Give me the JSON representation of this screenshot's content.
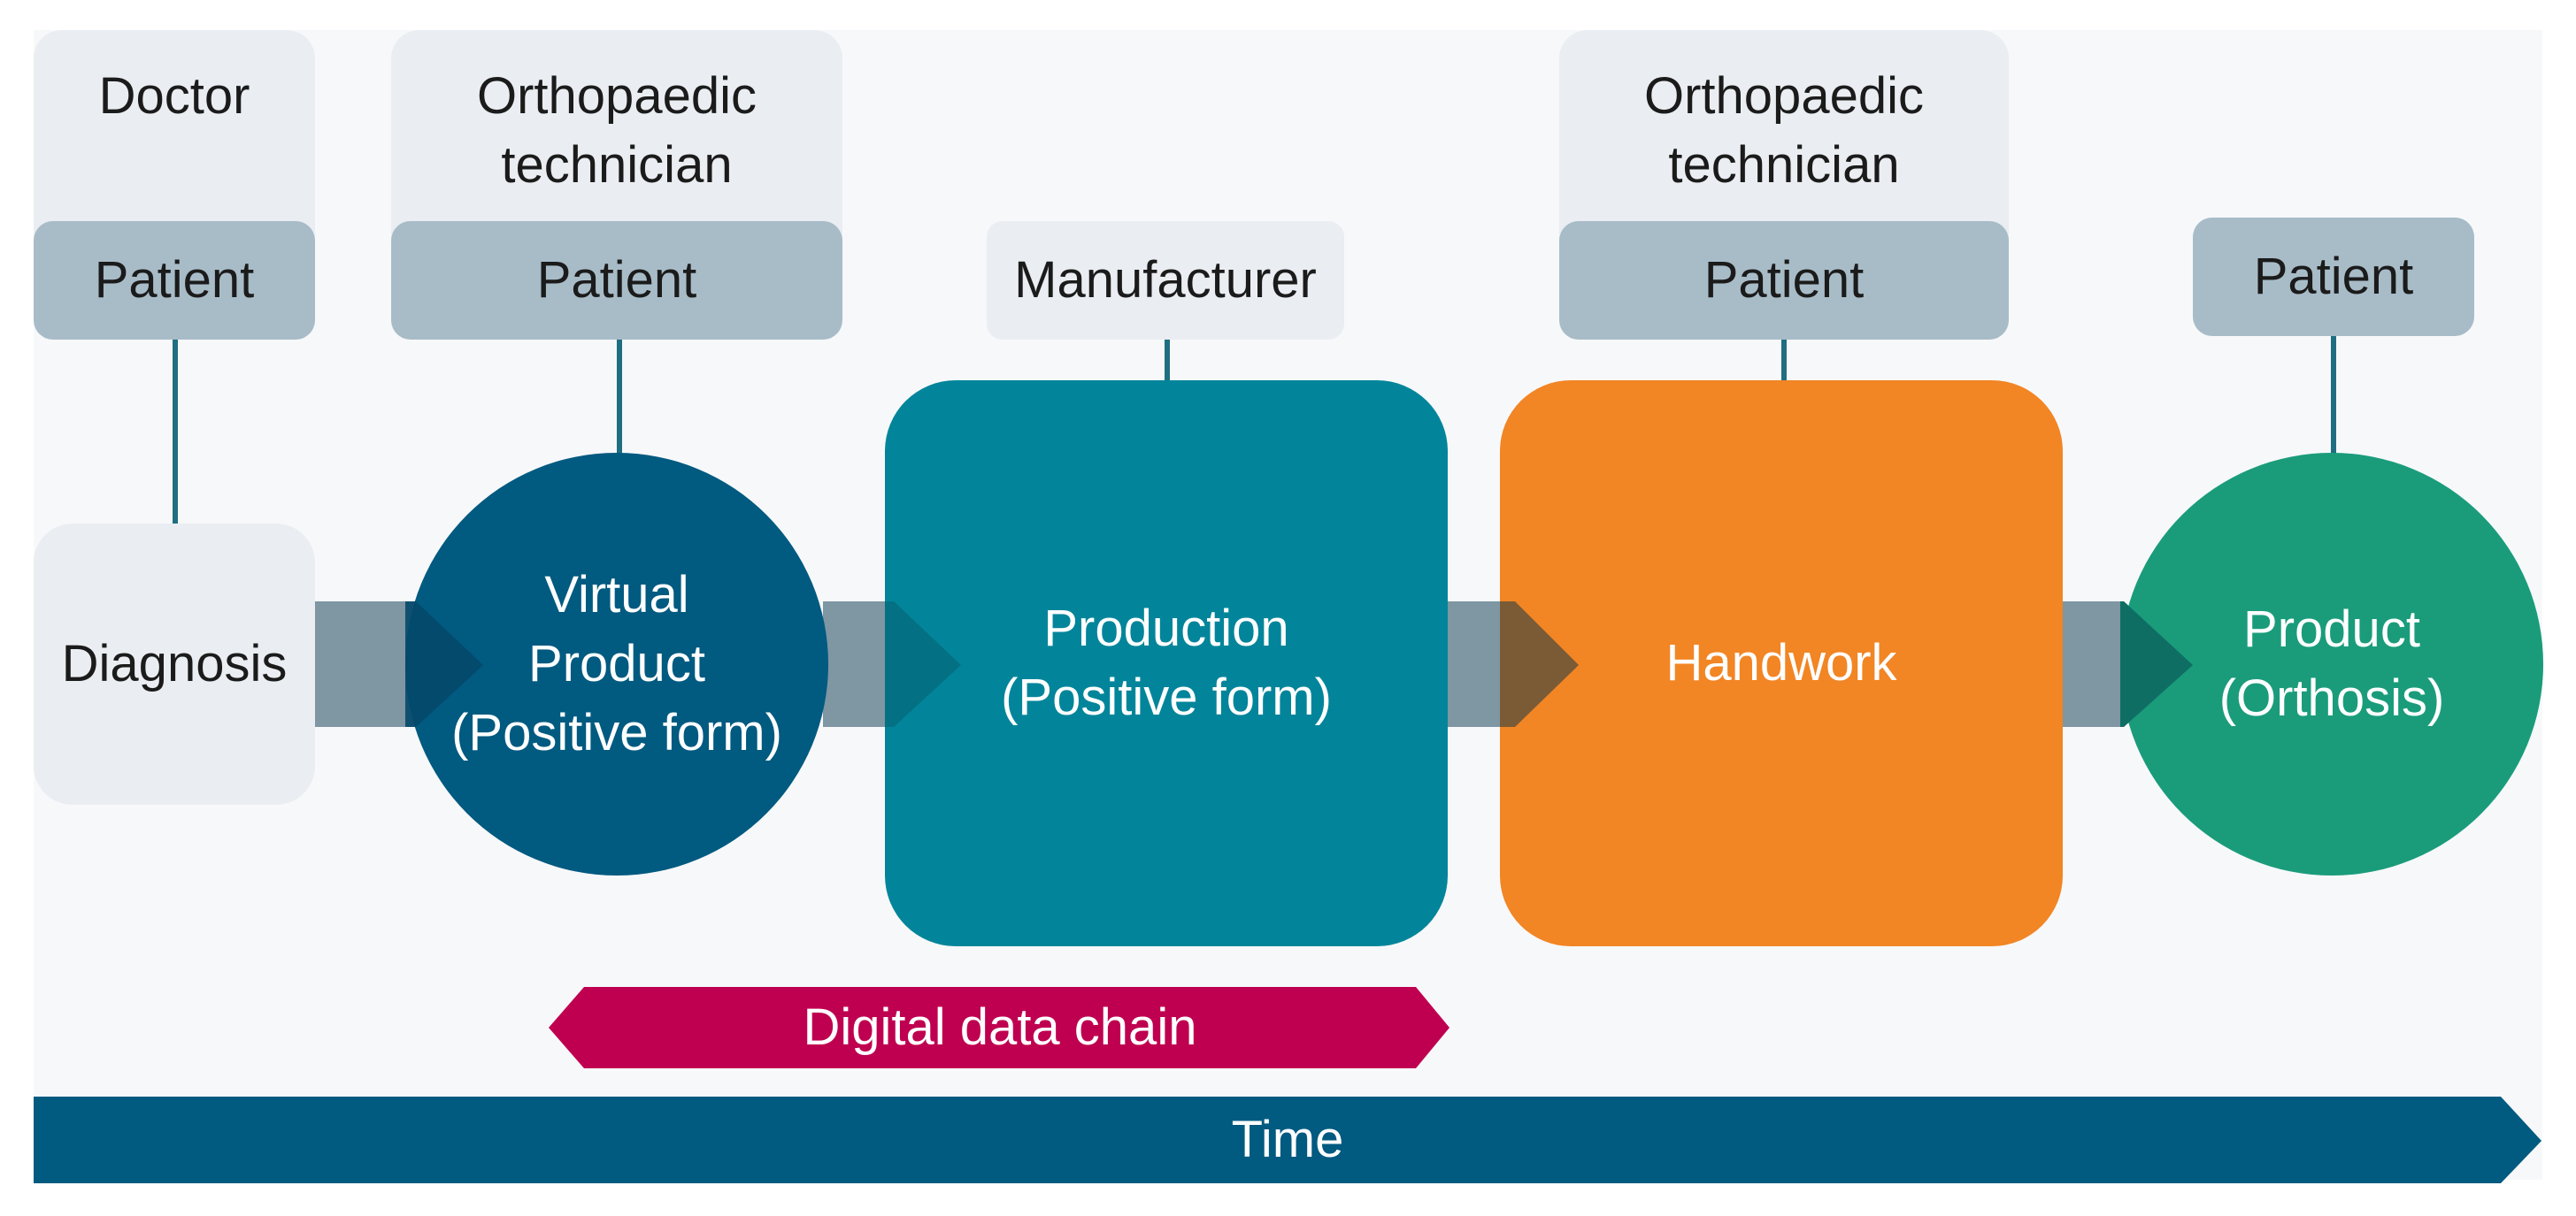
{
  "roles": {
    "doctor": "Doctor",
    "patient_1": "Patient",
    "orthopaedic_technician_1": "Orthopaedic\ntechnician",
    "patient_2": "Patient",
    "manufacturer": "Manufacturer",
    "orthopaedic_technician_2": "Orthopaedic\ntechnician",
    "patient_3": "Patient",
    "patient_4": "Patient"
  },
  "steps": {
    "diagnosis": "Diagnosis",
    "virtual_product": "Virtual\nProduct\n(Positive form)",
    "production": "Production\n(Positive form)",
    "handwork": "Handwork",
    "product": "Product\n(Orthosis)"
  },
  "bands": {
    "digital_data_chain": "Digital data chain",
    "time": "Time"
  },
  "colors": {
    "virtual_product": "#015a80",
    "production": "#02859a",
    "handwork": "#f28524",
    "product": "#1a9c7b",
    "digital_data_chain": "#bf0050",
    "time": "#015a80",
    "flow_arrow": "#7f96a3"
  }
}
